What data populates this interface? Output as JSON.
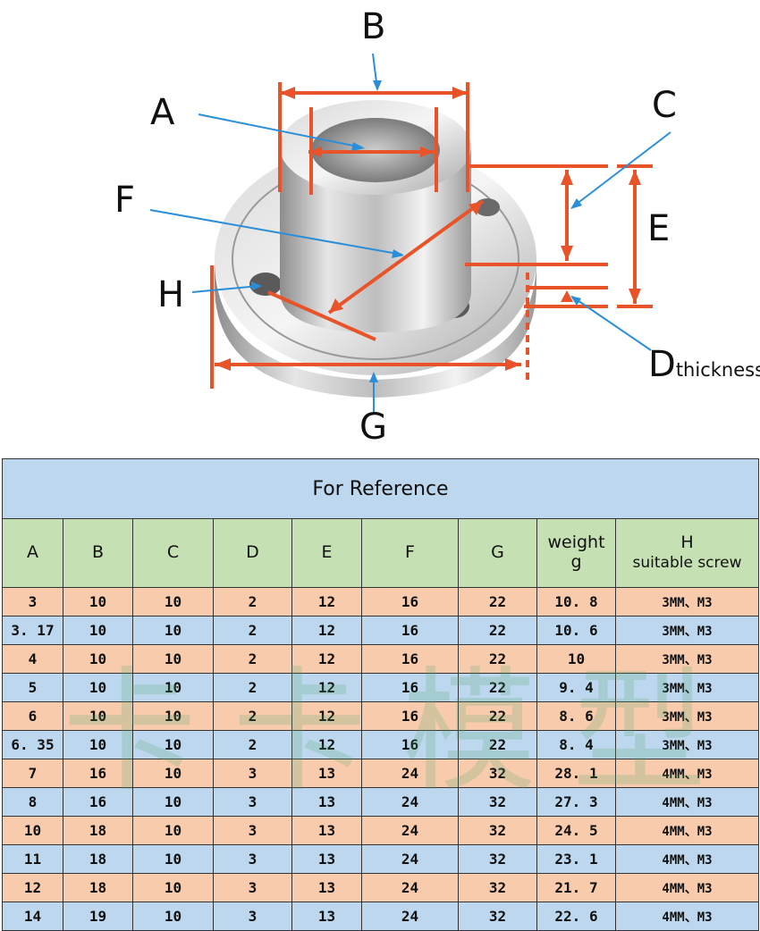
{
  "diagram": {
    "labels": {
      "A": "A",
      "B": "B",
      "C": "C",
      "D": "D",
      "D_suffix": "thickness",
      "E": "E",
      "F": "F",
      "G": "G",
      "H": "H"
    },
    "colors": {
      "dimension_line": "#e8532a",
      "leader_line": "#2a8fd8"
    }
  },
  "table": {
    "title": "For Reference",
    "headers": [
      "A",
      "B",
      "C",
      "D",
      "E",
      "F",
      "G",
      "weight\ng",
      "H\nsuitable screw"
    ],
    "header_weight": {
      "line1": "weight",
      "line2": "g"
    },
    "header_h": {
      "line1": "H",
      "line2": "suitable screw"
    },
    "rows": [
      [
        "3",
        "10",
        "10",
        "2",
        "12",
        "16",
        "22",
        "10. 8",
        "3MM、M3"
      ],
      [
        "3. 17",
        "10",
        "10",
        "2",
        "12",
        "16",
        "22",
        "10. 6",
        "3MM、M3"
      ],
      [
        "4",
        "10",
        "10",
        "2",
        "12",
        "16",
        "22",
        "10",
        "3MM、M3"
      ],
      [
        "5",
        "10",
        "10",
        "2",
        "12",
        "16",
        "22",
        "9. 4",
        "3MM、M3"
      ],
      [
        "6",
        "10",
        "10",
        "2",
        "12",
        "16",
        "22",
        "8. 6",
        "3MM、M3"
      ],
      [
        "6. 35",
        "10",
        "10",
        "2",
        "12",
        "16",
        "22",
        "8. 4",
        "3MM、M3"
      ],
      [
        "7",
        "16",
        "10",
        "3",
        "13",
        "24",
        "32",
        "28. 1",
        "4MM、M3"
      ],
      [
        "8",
        "16",
        "10",
        "3",
        "13",
        "24",
        "32",
        "27. 3",
        "4MM、M3"
      ],
      [
        "10",
        "18",
        "10",
        "3",
        "13",
        "24",
        "32",
        "24. 5",
        "4MM、M3"
      ],
      [
        "11",
        "18",
        "10",
        "3",
        "13",
        "24",
        "32",
        "23. 1",
        "4MM、M3"
      ],
      [
        "12",
        "18",
        "10",
        "3",
        "13",
        "24",
        "32",
        "21. 7",
        "4MM、M3"
      ],
      [
        "14",
        "19",
        "10",
        "3",
        "13",
        "24",
        "32",
        "22. 6",
        "4MM、M3"
      ]
    ],
    "row_colors": [
      "#f8cbad",
      "#bdd7ee"
    ],
    "watermark": "卡卡模型"
  }
}
